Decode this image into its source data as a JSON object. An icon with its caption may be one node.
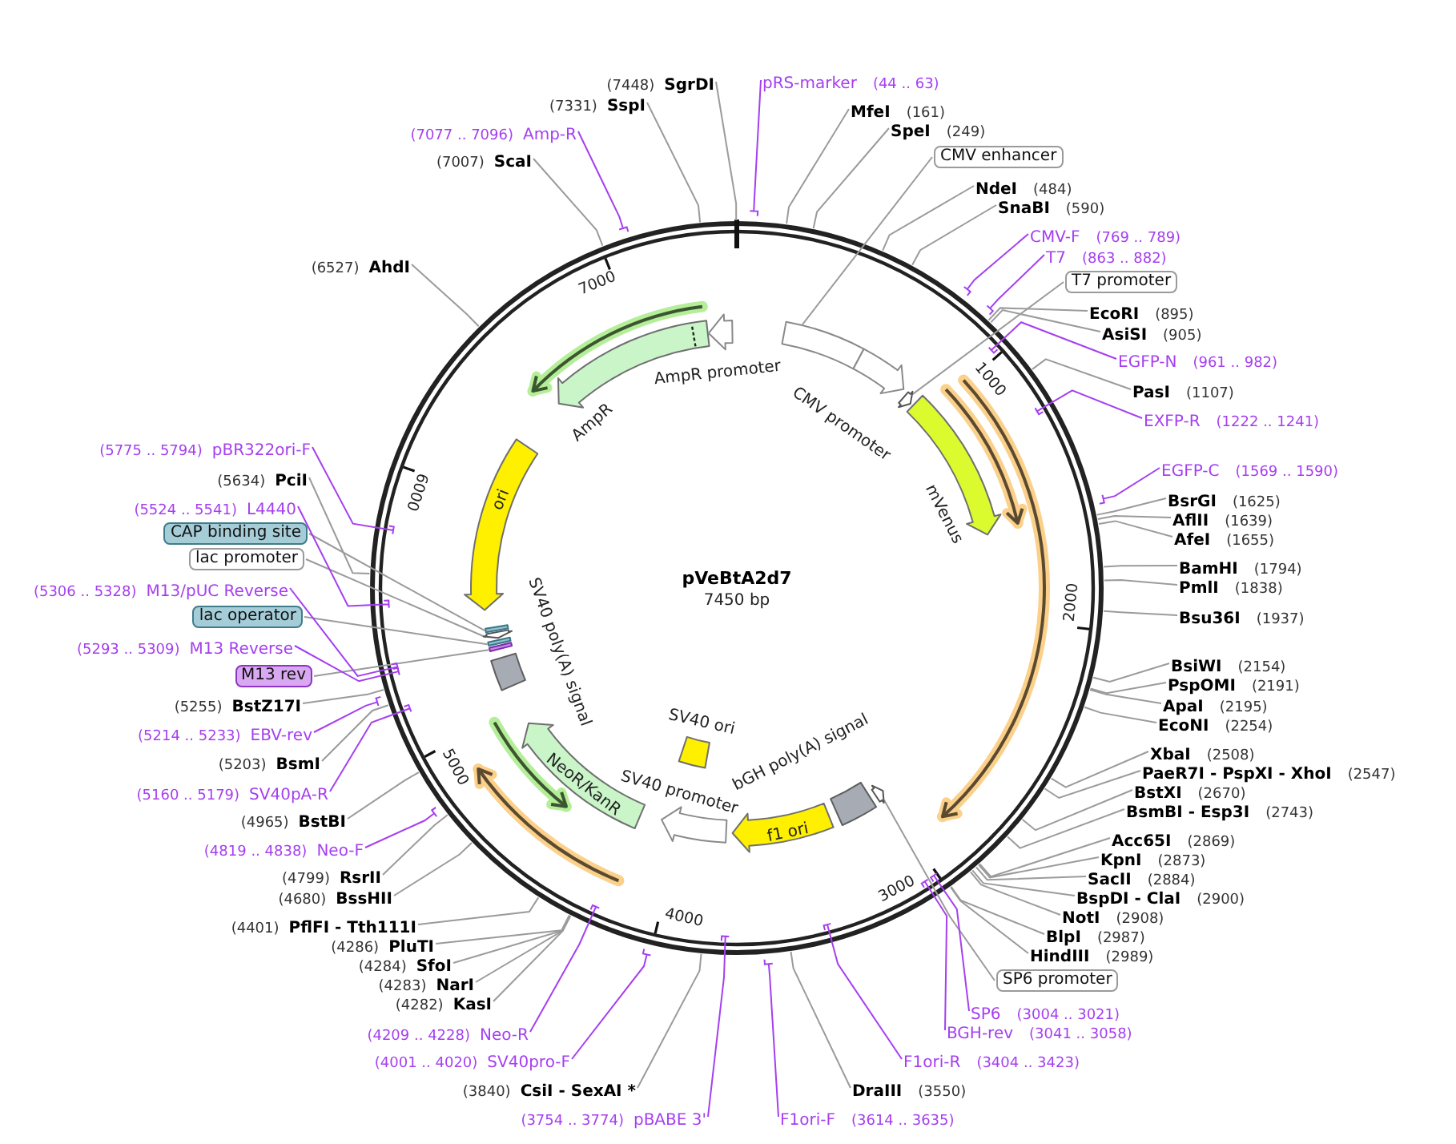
{
  "diagram": {
    "title": "pVeBtA2d7",
    "nodes": [
      {
        "text": [
          "pRS-marker",
          "(44 .. 63)"
        ]
      },
      {
        "text": [
          "MfeI",
          "(161)"
        ]
      },
      {
        "text": [
          "SpeI",
          "(249)"
        ]
      },
      {
        "text": [
          "CMV enhancer"
        ]
      },
      {
        "text": [
          "NdeI",
          "(484)"
        ]
      },
      {
        "text": [
          "SnaBI",
          "(590)"
        ]
      },
      {
        "text": [
          "CMV-F",
          "(769 .. 789)"
        ]
      },
      {
        "text": [
          "T7",
          "(863 .. 882)"
        ]
      },
      {
        "text": [
          "T7 promoter"
        ]
      },
      {
        "text": [
          "EcoRI",
          "(895)"
        ]
      },
      {
        "text": [
          "AsiSI",
          "(905)"
        ]
      },
      {
        "text": [
          "EGFP-N",
          "(961 .. 982)"
        ]
      },
      {
        "text": [
          "PasI",
          "(1107)"
        ]
      },
      {
        "text": [
          "EXFP-R",
          "(1222 .. 1241)"
        ]
      },
      {
        "text": [
          "EGFP-C",
          "(1569 .. 1590)"
        ]
      },
      {
        "text": [
          "BsrGI",
          "(1625)"
        ]
      },
      {
        "text": [
          "AflII",
          "(1639)"
        ]
      },
      {
        "text": [
          "AfeI",
          "(1655)"
        ]
      },
      {
        "text": [
          "BamHI",
          "(1794)"
        ]
      },
      {
        "text": [
          "PmlI",
          "(1838)"
        ]
      },
      {
        "text": [
          "Bsu36I",
          "(1937)"
        ]
      },
      {
        "text": [
          "BsiWI",
          "(2154)"
        ]
      },
      {
        "text": [
          "PspOMI",
          "(2191)"
        ]
      },
      {
        "text": [
          "ApaI",
          "(2195)"
        ]
      },
      {
        "text": [
          "EcoNI",
          "(2254)"
        ]
      },
      {
        "text": [
          "XbaI",
          "(2508)"
        ]
      },
      {
        "text": [
          "PaeR7I - PspXI - XhoI",
          "(2547)"
        ]
      },
      {
        "text": [
          "BstXI",
          "(2670)"
        ]
      },
      {
        "text": [
          "BsmBI - Esp3I",
          "(2743)"
        ]
      },
      {
        "text": [
          "Acc65I",
          "(2869)"
        ]
      },
      {
        "text": [
          "KpnI",
          "(2873)"
        ]
      },
      {
        "text": [
          "SacII",
          "(2884)"
        ]
      },
      {
        "text": [
          "BspDI - ClaI",
          "(2900)"
        ]
      },
      {
        "text": [
          "NotI",
          "(2908)"
        ]
      },
      {
        "text": [
          "BlpI",
          "(2987)"
        ]
      },
      {
        "text": [
          "HindIII",
          "(2989)"
        ]
      },
      {
        "text": [
          "SP6 promoter"
        ]
      },
      {
        "text": [
          "SP6",
          "(3004 .. 3021)"
        ]
      },
      {
        "text": [
          "BGH-rev",
          "(3041 .. 3058)"
        ]
      },
      {
        "text": [
          "F1ori-R",
          "(3404 .. 3423)"
        ]
      },
      {
        "text": [
          "DraIII",
          "(3550)"
        ]
      },
      {
        "text": [
          "F1ori-F",
          "(3614 .. 3635)"
        ]
      },
      {
        "text": [
          "(3754 .. 3774)",
          "pBABE 3'"
        ]
      },
      {
        "text": [
          "(3840)",
          "CsiI - SexAI *"
        ]
      },
      {
        "text": [
          "(4001 .. 4020)",
          "SV40pro-F"
        ]
      },
      {
        "text": [
          "(4209 .. 4228)",
          "Neo-R"
        ]
      },
      {
        "text": [
          "(4282)",
          "KasI"
        ]
      },
      {
        "text": [
          "(4283)",
          "NarI"
        ]
      },
      {
        "text": [
          "(4284)",
          "SfoI"
        ]
      },
      {
        "text": [
          "(4286)",
          "PluTI"
        ]
      },
      {
        "text": [
          "(4401)",
          "PflFI - Tth111I"
        ]
      },
      {
        "text": [
          "(4680)",
          "BssHII"
        ]
      },
      {
        "text": [
          "(4799)",
          "RsrII"
        ]
      },
      {
        "text": [
          "(4819 .. 4838)",
          "Neo-F"
        ]
      },
      {
        "text": [
          "(4965)",
          "BstBI"
        ]
      },
      {
        "text": [
          "(5160 .. 5179)",
          "SV40pA-R"
        ]
      },
      {
        "text": [
          "(5203)",
          "BsmI"
        ]
      },
      {
        "text": [
          "(5214 .. 5233)",
          "EBV-rev"
        ]
      },
      {
        "text": [
          "(5255)",
          "BstZ17I"
        ]
      },
      {
        "text": [
          "M13 rev"
        ]
      },
      {
        "text": [
          "(5293 .. 5309)",
          "M13 Reverse"
        ]
      },
      {
        "text": [
          "lac operator"
        ]
      },
      {
        "text": [
          "(5306 .. 5328)",
          "M13/pUC Reverse"
        ]
      },
      {
        "text": [
          "lac promoter"
        ]
      },
      {
        "text": [
          "CAP binding site"
        ]
      },
      {
        "text": [
          "(5524 .. 5541)",
          "L4440"
        ]
      },
      {
        "text": [
          "(5634)",
          "PciI"
        ]
      },
      {
        "text": [
          "(5775 .. 5794)",
          "pBR322ori-F"
        ]
      },
      {
        "text": [
          "(6527)",
          "AhdI"
        ]
      },
      {
        "text": [
          "(7007)",
          "ScaI"
        ]
      },
      {
        "text": [
          "(7077 .. 7096)",
          "Amp-R"
        ]
      },
      {
        "text": [
          "(7331)",
          "SspI"
        ]
      },
      {
        "text": [
          "(7448)",
          "SgrDI"
        ]
      },
      {
        "text": [],
        "shape": "box"
      },
      {
        "text": [
          "CMV promoter"
        ]
      },
      {
        "text": [],
        "shape": "arrow"
      },
      {
        "text": [
          "mVenus"
        ]
      },
      {
        "text": [],
        "shape": "arrow"
      },
      {
        "text": [
          "bGH poly(A) signal"
        ]
      },
      {
        "text": [
          "f1 ori"
        ]
      },
      {
        "text": [
          "SV40 ori"
        ]
      },
      {
        "text": [
          "SV40 promoter"
        ]
      },
      {
        "text": [
          "NeoR/KanR"
        ]
      },
      {
        "text": [
          "SV40 poly(A) signal"
        ]
      },
      {
        "text": [],
        "shape": "box"
      },
      {
        "text": [],
        "shape": "box"
      },
      {
        "text": [],
        "shape": "arrow"
      },
      {
        "text": [],
        "shape": "box"
      },
      {
        "text": [
          "ori"
        ]
      },
      {
        "text": [
          "AmpR"
        ]
      },
      {
        "text": [
          "AmpR promoter"
        ]
      }
    ],
    "edges": [
      {
        "from": 0,
        "to": null,
        "arrow": "none",
        "color": "#a53ff0"
      },
      {
        "from": 1,
        "to": null,
        "arrow": "none"
      },
      {
        "from": 2,
        "to": null,
        "arrow": "none"
      },
      {
        "from": 3,
        "to": 73,
        "arrow": "none"
      },
      {
        "from": 4,
        "to": null,
        "arrow": "none"
      },
      {
        "from": 5,
        "to": null,
        "arrow": "none"
      },
      {
        "from": 6,
        "to": null,
        "arrow": "none",
        "color": "#a53ff0"
      },
      {
        "from": 7,
        "to": null,
        "arrow": "none",
        "color": "#a53ff0"
      },
      {
        "from": 8,
        "to": 75,
        "arrow": "none"
      },
      {
        "from": 9,
        "to": null,
        "arrow": "none"
      },
      {
        "from": 10,
        "to": null,
        "arrow": "none"
      },
      {
        "from": 11,
        "to": null,
        "arrow": "none",
        "color": "#a53ff0"
      },
      {
        "from": 12,
        "to": null,
        "arrow": "none"
      },
      {
        "from": 13,
        "to": null,
        "arrow": "none",
        "color": "#a53ff0"
      },
      {
        "from": 14,
        "to": null,
        "arrow": "none",
        "color": "#a53ff0"
      },
      {
        "from": 15,
        "to": null,
        "arrow": "none"
      },
      {
        "from": 16,
        "to": null,
        "arrow": "none"
      },
      {
        "from": 17,
        "to": null,
        "arrow": "none"
      },
      {
        "from": 18,
        "to": null,
        "arrow": "none"
      },
      {
        "from": 19,
        "to": null,
        "arrow": "none"
      },
      {
        "from": 20,
        "to": null,
        "arrow": "none"
      },
      {
        "from": 21,
        "to": null,
        "arrow": "none"
      },
      {
        "from": 22,
        "to": null,
        "arrow": "none"
      },
      {
        "from": 23,
        "to": null,
        "arrow": "none"
      },
      {
        "from": 24,
        "to": null,
        "arrow": "none"
      },
      {
        "from": 25,
        "to": null,
        "arrow": "none"
      },
      {
        "from": 26,
        "to": null,
        "arrow": "none"
      },
      {
        "from": 27,
        "to": null,
        "arrow": "none"
      },
      {
        "from": 28,
        "to": null,
        "arrow": "none"
      },
      {
        "from": 29,
        "to": null,
        "arrow": "none"
      },
      {
        "from": 30,
        "to": null,
        "arrow": "none"
      },
      {
        "from": 31,
        "to": null,
        "arrow": "none"
      },
      {
        "from": 32,
        "to": null,
        "arrow": "none"
      },
      {
        "from": 33,
        "to": null,
        "arrow": "none"
      },
      {
        "from": 34,
        "to": null,
        "arrow": "none"
      },
      {
        "from": 35,
        "to": null,
        "arrow": "none"
      },
      {
        "from": 36,
        "to": 77,
        "arrow": "none"
      },
      {
        "from": 37,
        "to": null,
        "arrow": "none",
        "color": "#a53ff0"
      },
      {
        "from": 38,
        "to": null,
        "arrow": "none",
        "color": "#a53ff0"
      },
      {
        "from": 39,
        "to": null,
        "arrow": "none",
        "color": "#a53ff0"
      },
      {
        "from": 40,
        "to": null,
        "arrow": "none"
      },
      {
        "from": 41,
        "to": null,
        "arrow": "none",
        "color": "#a53ff0"
      },
      {
        "from": 42,
        "to": null,
        "arrow": "none",
        "color": "#a53ff0"
      },
      {
        "from": 43,
        "to": null,
        "arrow": "none"
      },
      {
        "from": 44,
        "to": null,
        "arrow": "none",
        "color": "#a53ff0"
      },
      {
        "from": 45,
        "to": null,
        "arrow": "none",
        "color": "#a53ff0"
      },
      {
        "from": 46,
        "to": null,
        "arrow": "none"
      },
      {
        "from": 47,
        "to": null,
        "arrow": "none"
      },
      {
        "from": 48,
        "to": null,
        "arrow": "none"
      },
      {
        "from": 49,
        "to": null,
        "arrow": "none"
      },
      {
        "from": 50,
        "to": null,
        "arrow": "none"
      },
      {
        "from": 51,
        "to": null,
        "arrow": "none"
      },
      {
        "from": 52,
        "to": null,
        "arrow": "none"
      },
      {
        "from": 53,
        "to": null,
        "arrow": "none",
        "color": "#a53ff0"
      },
      {
        "from": 54,
        "to": null,
        "arrow": "none"
      },
      {
        "from": 55,
        "to": null,
        "arrow": "none",
        "color": "#a53ff0"
      },
      {
        "from": 56,
        "to": null,
        "arrow": "none"
      },
      {
        "from": 57,
        "to": null,
        "arrow": "none",
        "color": "#a53ff0"
      },
      {
        "from": 58,
        "to": null,
        "arrow": "none"
      },
      {
        "from": 59,
        "to": 84,
        "arrow": "none"
      },
      {
        "from": 60,
        "to": null,
        "arrow": "none",
        "color": "#a53ff0"
      },
      {
        "from": 61,
        "to": 85,
        "arrow": "none"
      },
      {
        "from": 62,
        "to": null,
        "arrow": "none",
        "color": "#a53ff0"
      },
      {
        "from": 63,
        "to": 86,
        "arrow": "none"
      },
      {
        "from": 64,
        "to": 87,
        "arrow": "none"
      },
      {
        "from": 65,
        "to": null,
        "arrow": "none",
        "color": "#a53ff0"
      },
      {
        "from": 66,
        "to": null,
        "arrow": "none"
      },
      {
        "from": 67,
        "to": null,
        "arrow": "none",
        "color": "#a53ff0"
      },
      {
        "from": 68,
        "to": null,
        "arrow": "none"
      },
      {
        "from": 69,
        "to": null,
        "arrow": "none"
      },
      {
        "from": 70,
        "to": null,
        "arrow": "none",
        "color": "#a53ff0"
      },
      {
        "from": 71,
        "to": null,
        "arrow": "none"
      },
      {
        "from": 72,
        "to": null,
        "arrow": "none"
      }
    ],
    "labels": [
      "7450 bp",
      "1000",
      "2000",
      "3000",
      "4000",
      "5000",
      "6000",
      "7000"
    ]
  }
}
